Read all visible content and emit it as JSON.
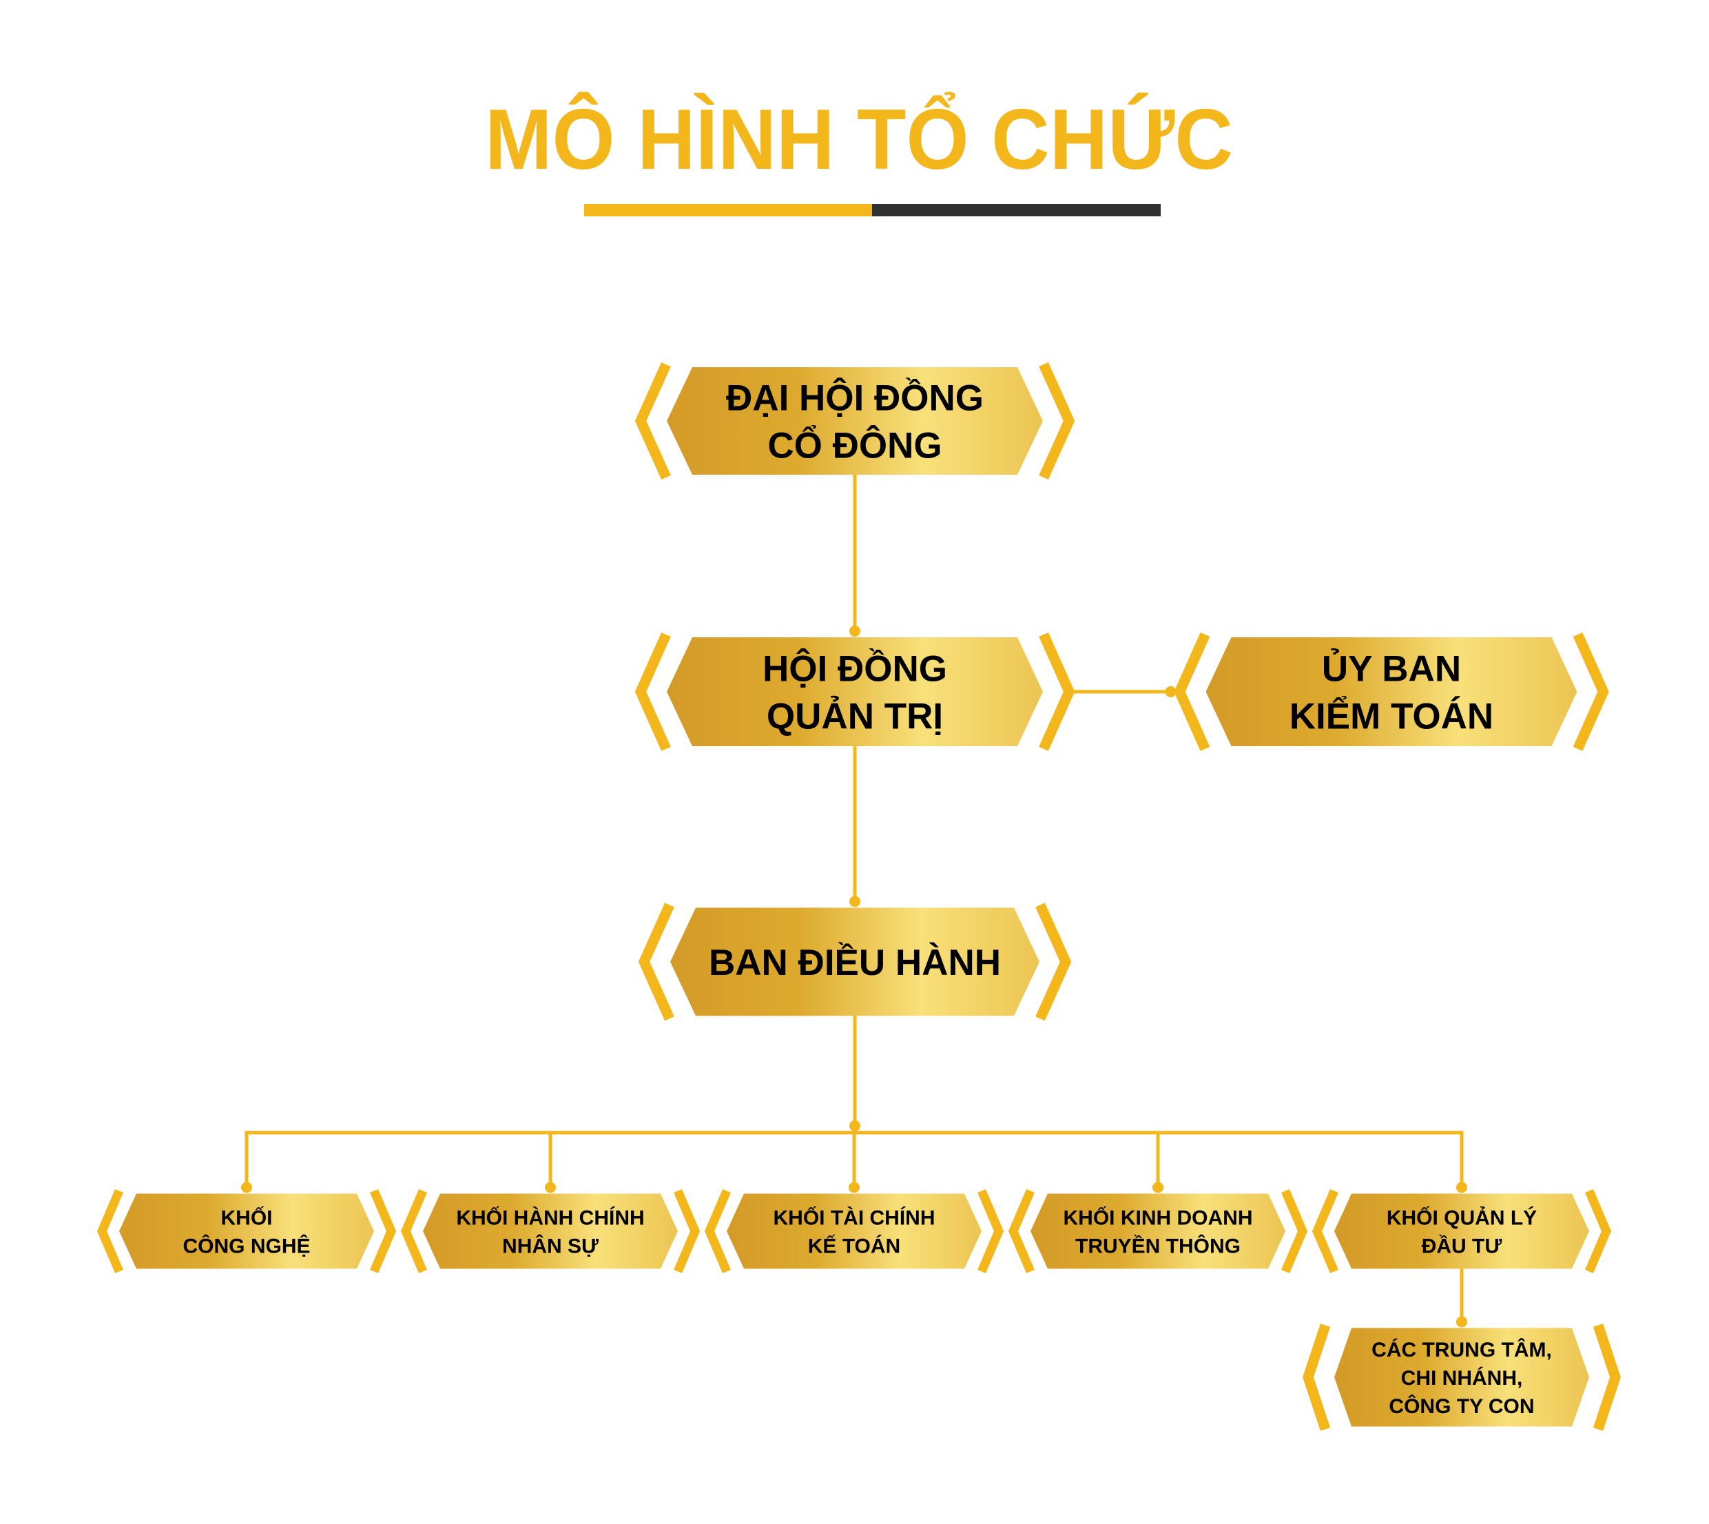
{
  "title": "MÔ HÌNH TỔ CHỨC",
  "colors": {
    "title": "#F3B61B",
    "underline_left": "#F3B61B",
    "underline_right": "#313130",
    "connector": "#F3B61B",
    "chevron": "#F3B61B",
    "text": "#000000",
    "box_gradient": [
      "#D49A28",
      "#DDAA2E",
      "#F8E07A",
      "#ECC552"
    ]
  },
  "nodes": {
    "general_meeting": {
      "lines": [
        "ĐẠI HỘI ĐỒNG",
        "CỔ ĐÔNG"
      ]
    },
    "board": {
      "lines": [
        "HỘI ĐỒNG",
        "QUẢN TRỊ"
      ]
    },
    "audit_committee": {
      "lines": [
        "ỦY BAN",
        "KIỂM TOÁN"
      ]
    },
    "executive_board": {
      "lines": [
        "BAN ĐIỀU HÀNH"
      ]
    },
    "divisions": [
      {
        "id": "technology",
        "lines": [
          "KHỐI",
          "CÔNG NGHỆ"
        ]
      },
      {
        "id": "admin-hr",
        "lines": [
          "KHỐI HÀNH CHÍNH",
          "NHÂN SỰ"
        ]
      },
      {
        "id": "finance-accounting",
        "lines": [
          "KHỐI TÀI CHÍNH",
          "KẾ TOÁN"
        ]
      },
      {
        "id": "business-media",
        "lines": [
          "KHỐI KINH DOANH",
          "TRUYỀN THÔNG"
        ]
      },
      {
        "id": "investment-management",
        "lines": [
          "KHỐI QUẢN LÝ",
          "ĐẦU TƯ"
        ]
      }
    ],
    "subsidiaries": {
      "lines": [
        "CÁC TRUNG TÂM,",
        "CHI NHÁNH,",
        "CÔNG TY CON"
      ]
    }
  },
  "edges": [
    [
      "general_meeting",
      "board"
    ],
    [
      "board",
      "audit_committee"
    ],
    [
      "board",
      "executive_board"
    ],
    [
      "executive_board",
      "technology"
    ],
    [
      "executive_board",
      "admin-hr"
    ],
    [
      "executive_board",
      "finance-accounting"
    ],
    [
      "executive_board",
      "business-media"
    ],
    [
      "executive_board",
      "investment-management"
    ],
    [
      "investment-management",
      "subsidiaries"
    ]
  ]
}
